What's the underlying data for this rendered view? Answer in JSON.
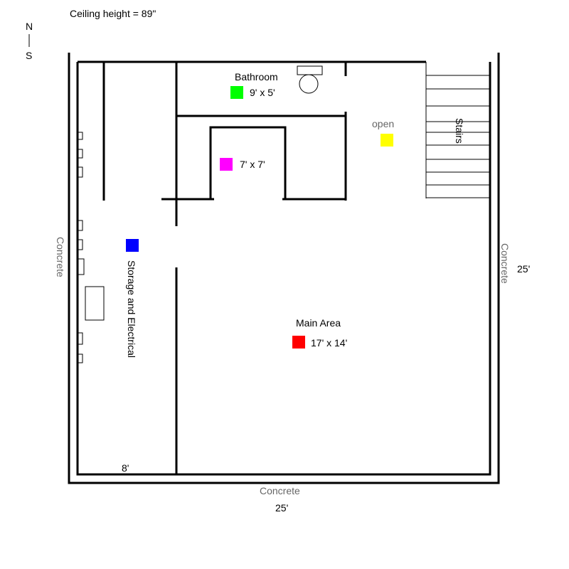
{
  "header": {
    "ceiling_height": "Ceiling height = 89\""
  },
  "compass": {
    "north": "N",
    "south": "S"
  },
  "exterior": {
    "west_wall": "Concrete",
    "east_wall": "Concrete",
    "south_wall": "Concrete"
  },
  "dimensions": {
    "east_length": "25'",
    "south_length": "25'",
    "storage_width": "8'"
  },
  "rooms": {
    "bathroom": {
      "name": "Bathroom",
      "size": "9' x 5'",
      "color": "#00ff00"
    },
    "closet": {
      "size": "7' x 7'",
      "color": "#ff00ff"
    },
    "open": {
      "name": "open",
      "color": "#ffff00"
    },
    "stairs": {
      "name": "Stairs"
    },
    "storage": {
      "name": "Storage and Electrical",
      "color": "#0000ff"
    },
    "main": {
      "name": "Main Area",
      "size": "17' x 14'",
      "color": "#ff0000"
    }
  }
}
